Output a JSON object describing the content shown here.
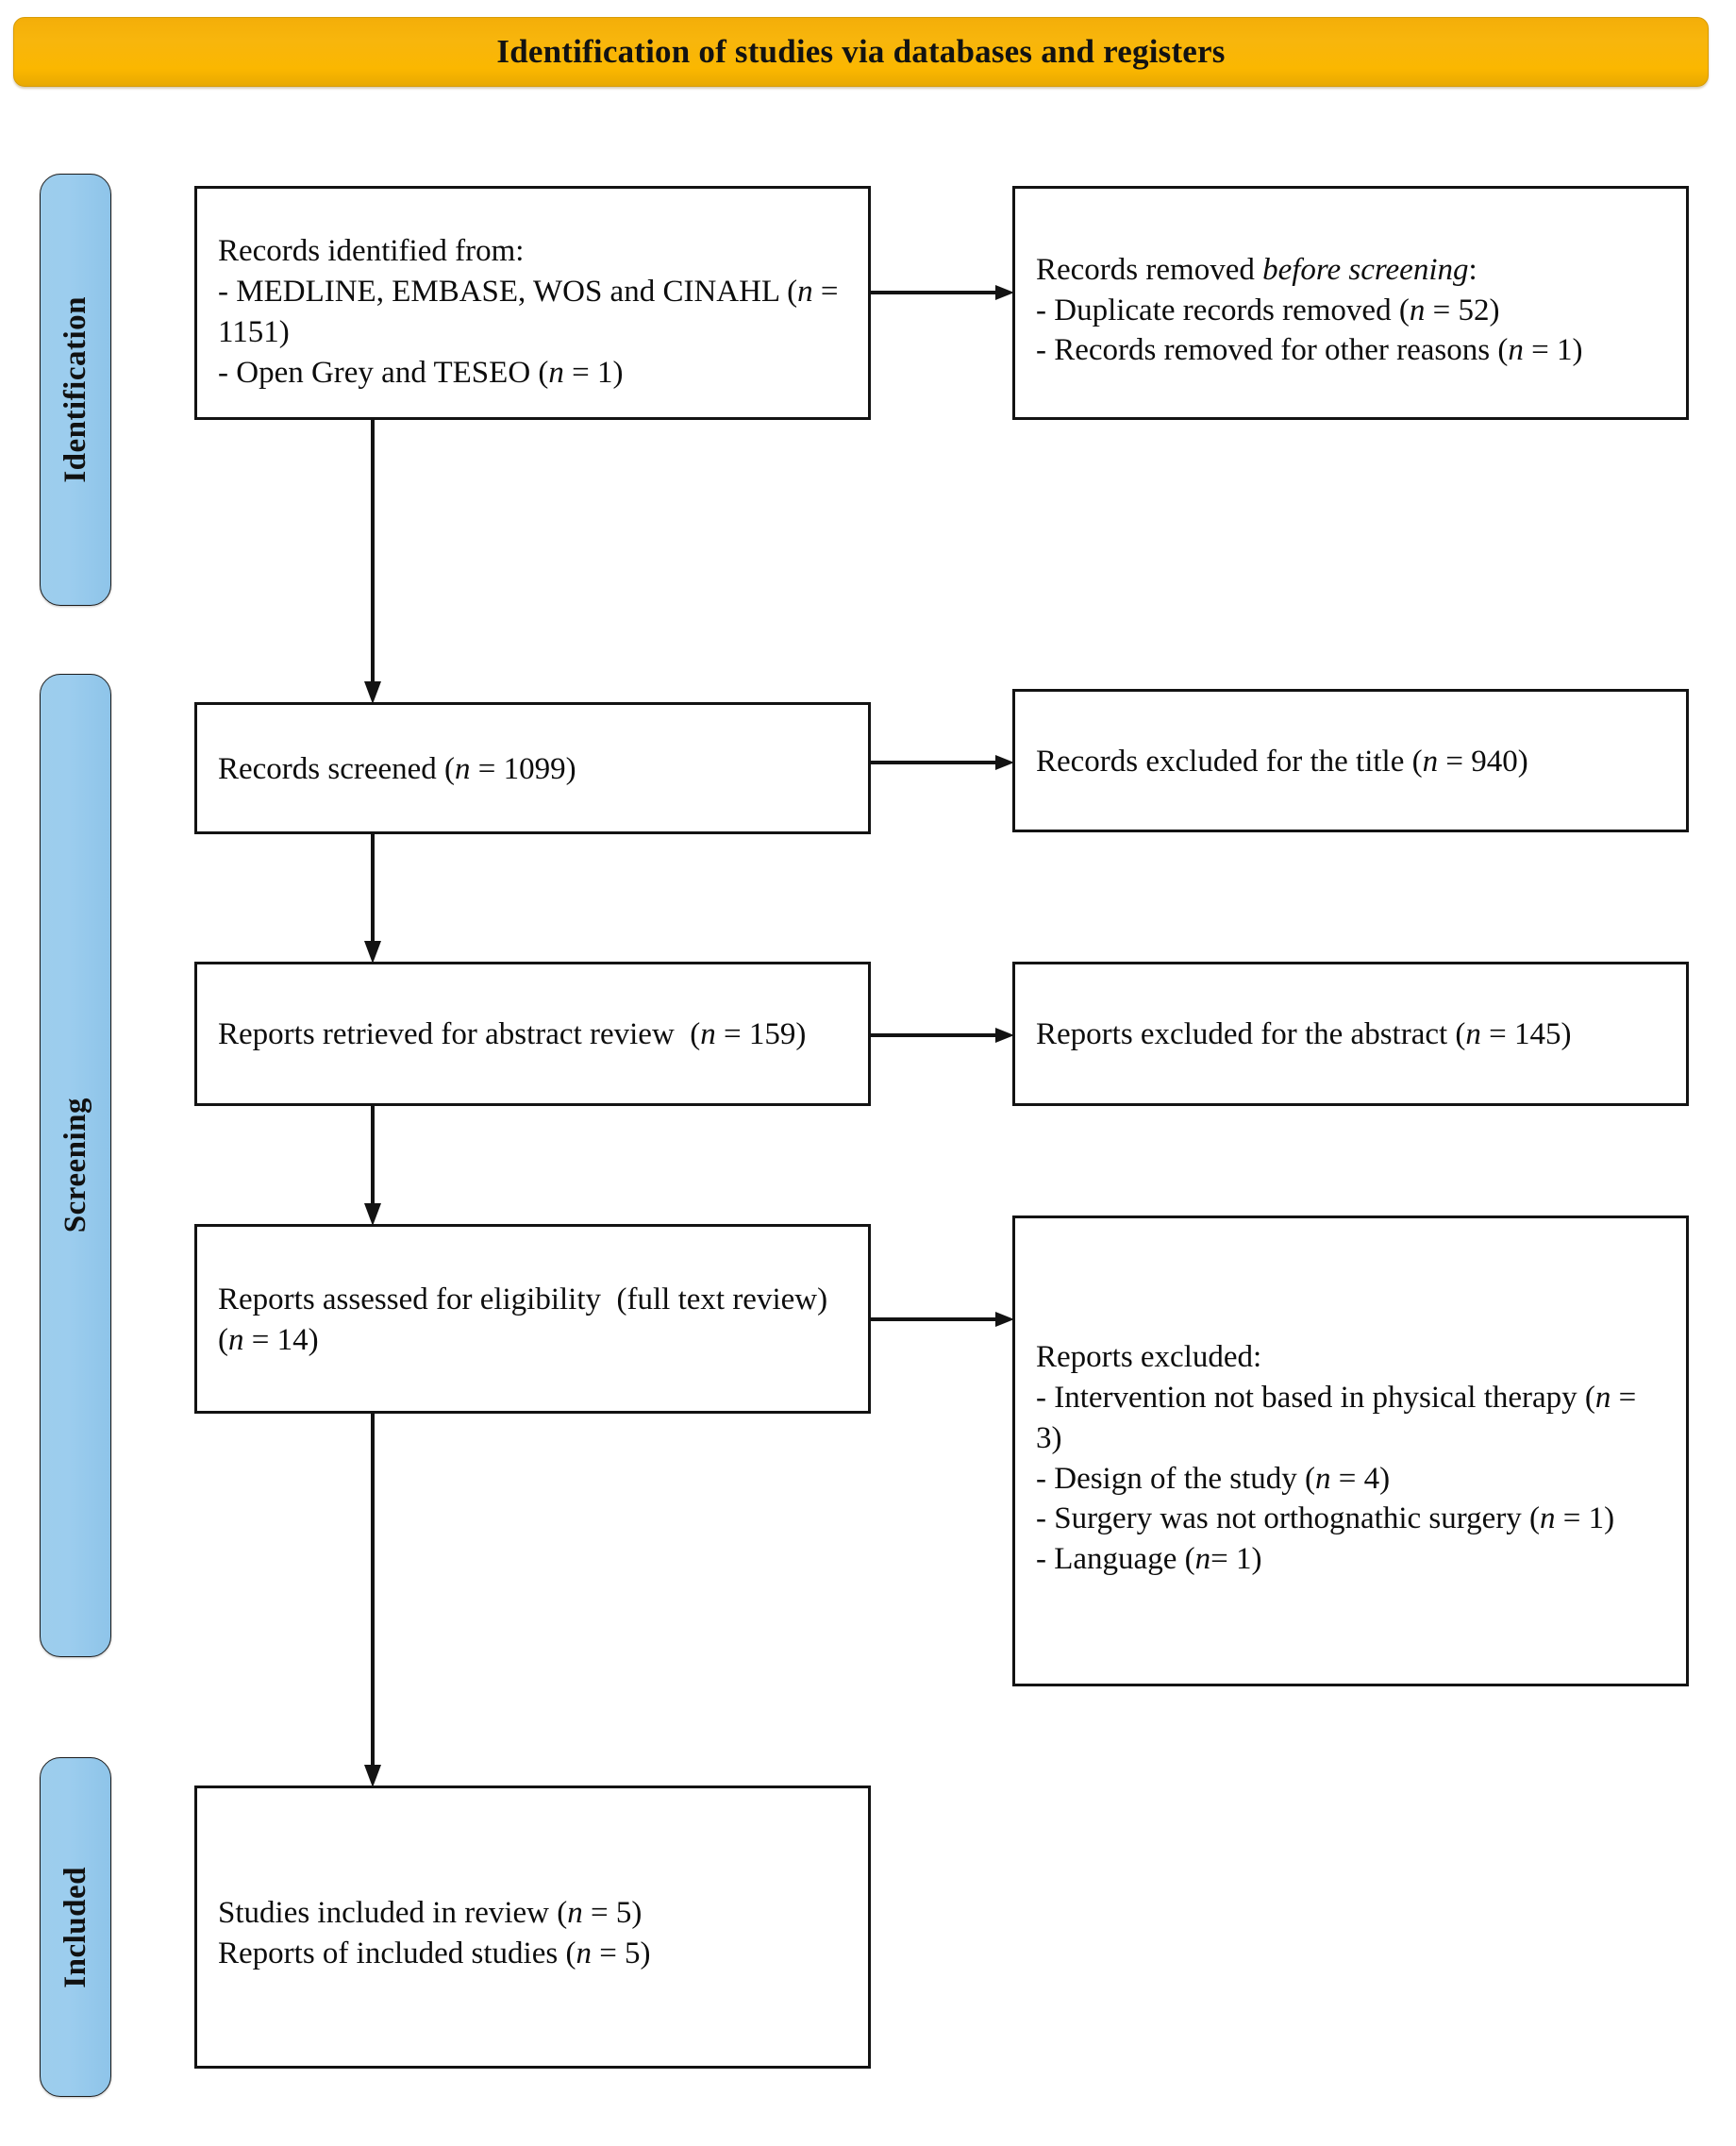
{
  "header": {
    "title": "Identification of studies via databases and registers",
    "background_color": "#f9b60a",
    "text_color": "#121212"
  },
  "stages": [
    {
      "id": "identification",
      "label": "Identification"
    },
    {
      "id": "screening",
      "label": "Screening"
    },
    {
      "id": "included",
      "label": "Included"
    }
  ],
  "stage_label_color": "#9ccdee",
  "box_border_color": "#131313",
  "boxes": {
    "identified": {
      "html": "Records identified from:\n- MEDLINE, EMBASE, WOS and CINAHL (<i>n</i> = 1151)\n- Open Grey and TESEO (<i>n</i> = 1)",
      "plain": "Records identified from: - MEDLINE, EMBASE, WOS and CINAHL (n = 1151) - Open Grey and TESEO (n = 1)",
      "counts": {
        "databases": 1151,
        "grey_literature": 1
      }
    },
    "removed_before_screening": {
      "html": "Records removed <i>before screening</i>:\n- Duplicate records removed (<i>n</i> = 52)\n- Records removed for other reasons (<i>n</i> = 1)",
      "plain": "Records removed before screening: - Duplicate records removed (n = 52) - Records removed for other reasons (n = 1)",
      "counts": {
        "duplicates": 52,
        "other_reasons": 1
      }
    },
    "records_screened": {
      "html": "Records screened (<i>n</i> = 1099)",
      "plain": "Records screened (n = 1099)",
      "counts": {
        "screened": 1099
      }
    },
    "excluded_title": {
      "html": "Records excluded for the title (<i>n</i> = 940)",
      "plain": "Records excluded for the title (n = 940)",
      "counts": {
        "excluded": 940
      }
    },
    "reports_retrieved": {
      "html": "Reports retrieved for abstract review  (<i>n</i> = 159)",
      "plain": "Reports retrieved for abstract review (n = 159)",
      "counts": {
        "retrieved": 159
      }
    },
    "excluded_abstract": {
      "html": "Reports excluded for the abstract (<i>n</i> = 145)",
      "plain": "Reports excluded for the abstract (n = 145)",
      "counts": {
        "excluded": 145
      }
    },
    "reports_eligibility": {
      "html": "Reports assessed for eligibility  (full text review) (<i>n</i> = 14)",
      "plain": "Reports assessed for eligibility (full text review) (n = 14)",
      "counts": {
        "assessed": 14
      }
    },
    "reports_excluded": {
      "html": "Reports excluded:\n- Intervention not based in physical therapy (<i>n</i> = 3)\n- Design of the study (<i>n</i> = 4)\n- Surgery was not orthognathic surgery (<i>n</i> = 1)\n- Language (<i>n</i>= 1)",
      "plain": "Reports excluded: - Intervention not based in physical therapy (n = 3) - Design of the study (n = 4) - Surgery was not orthognathic surgery (n = 1) - Language (n= 1)",
      "counts": {
        "intervention_not_physical_therapy": 3,
        "design_of_study": 4,
        "not_orthognathic_surgery": 1,
        "language": 1
      }
    },
    "studies_included": {
      "html": "Studies included in review (<i>n</i> = 5)\nReports of included studies (<i>n</i> = 5)",
      "plain": "Studies included in review (n = 5) Reports of included studies (n = 5)",
      "counts": {
        "studies": 5,
        "reports": 5
      }
    }
  },
  "connectors": [
    {
      "id": "arrow-id-to-removed",
      "from": "identified",
      "to": "removed_before_screening",
      "direction": "right"
    },
    {
      "id": "arrow-id-down",
      "from": "identified",
      "to": "records_screened",
      "direction": "down"
    },
    {
      "id": "arrow-scr-to-title",
      "from": "records_screened",
      "to": "excluded_title",
      "direction": "right"
    },
    {
      "id": "arrow-scr-down",
      "from": "records_screened",
      "to": "reports_retrieved",
      "direction": "down"
    },
    {
      "id": "arrow-ret-to-abs",
      "from": "reports_retrieved",
      "to": "excluded_abstract",
      "direction": "right"
    },
    {
      "id": "arrow-ret-down",
      "from": "reports_retrieved",
      "to": "reports_eligibility",
      "direction": "down"
    },
    {
      "id": "arrow-elig-to-excl",
      "from": "reports_eligibility",
      "to": "reports_excluded",
      "direction": "right"
    },
    {
      "id": "arrow-elig-down",
      "from": "reports_eligibility",
      "to": "studies_included",
      "direction": "down"
    }
  ]
}
